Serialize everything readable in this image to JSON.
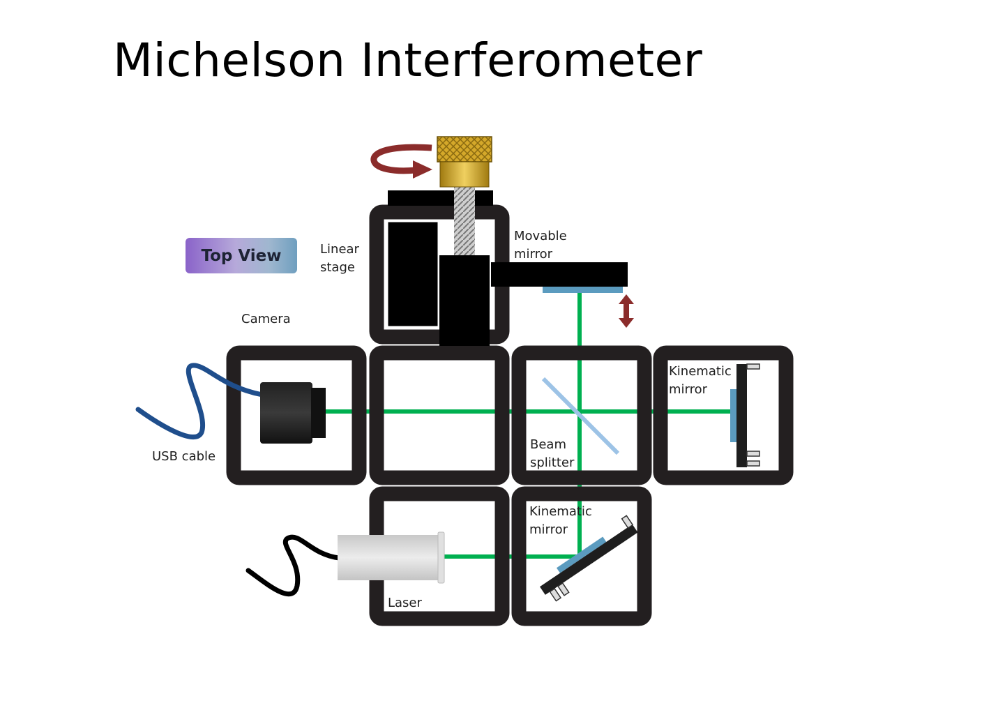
{
  "title": "Michelson Interferometer",
  "view_badge": "Top View",
  "labels": {
    "linear_stage": "Linear\nstage",
    "movable_mirror": "Movable\nmirror",
    "camera": "Camera",
    "usb_cable": "USB cable",
    "beam_splitter": "Beam\nsplitter",
    "kinematic_mirror_right": "Kinematic\nmirror",
    "kinematic_mirror_bottom": "Kinematic\nmirror",
    "laser": "Laser"
  },
  "colors": {
    "beam": "#00b050",
    "frame": "#231f20",
    "mirror_glass": "#5b9bbf",
    "beam_splitter": "#9dc3e6",
    "arrow": "#8b2c2b",
    "usb_cable": "#1f4e8c",
    "knob_gold": "#c9a227",
    "laser_body": "#d9d9d9"
  }
}
